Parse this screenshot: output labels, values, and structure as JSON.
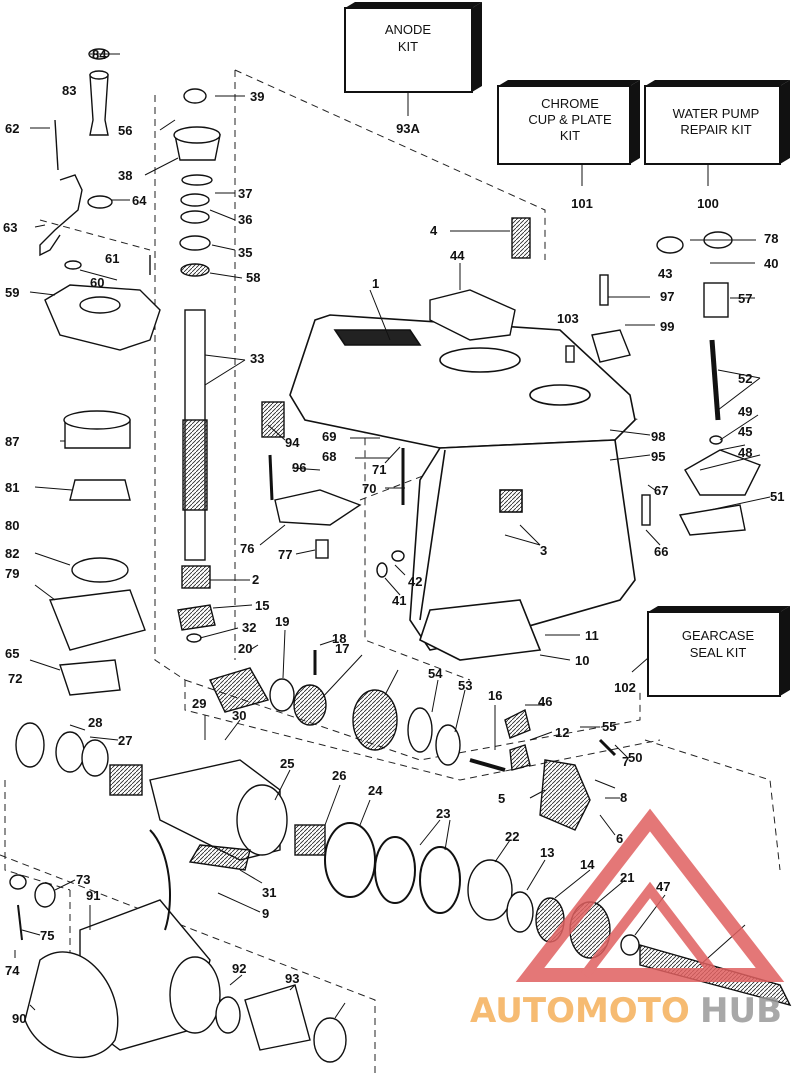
{
  "kits": [
    {
      "id": "anode",
      "lines": [
        "ANODE",
        "KIT"
      ],
      "ref": "93A"
    },
    {
      "id": "chrome",
      "lines": [
        "CHROME",
        "CUP & PLATE",
        "KIT"
      ],
      "ref": "101"
    },
    {
      "id": "water-pump",
      "lines": [
        "WATER PUMP",
        "REPAIR KIT"
      ],
      "ref": "100"
    },
    {
      "id": "gearcase-seal",
      "lines": [
        "GEARCASE",
        "SEAL KIT"
      ],
      "ref": "102"
    }
  ],
  "part_numbers": [
    "84",
    "83",
    "62",
    "56",
    "39",
    "38",
    "37",
    "64",
    "63",
    "36",
    "35",
    "61",
    "60",
    "58",
    "59",
    "33",
    "87",
    "81",
    "80",
    "82",
    "79",
    "2",
    "15",
    "32",
    "65",
    "72",
    "28",
    "27",
    "20",
    "19",
    "18",
    "17",
    "29",
    "30",
    "4",
    "44",
    "1",
    "103",
    "99",
    "78",
    "43",
    "40",
    "97",
    "57",
    "52",
    "49",
    "45",
    "48",
    "98",
    "95",
    "94",
    "69",
    "68",
    "71",
    "96",
    "70",
    "67",
    "51",
    "66",
    "76",
    "77",
    "3",
    "42",
    "41",
    "11",
    "10",
    "54",
    "53",
    "16",
    "46",
    "55",
    "12",
    "50",
    "25",
    "26",
    "24",
    "23",
    "22",
    "13",
    "14",
    "21",
    "47",
    "7",
    "8",
    "5",
    "6",
    "31",
    "9",
    "73",
    "91",
    "75",
    "74",
    "90",
    "92",
    "93"
  ],
  "watermark": {
    "part1": "AUTOMOTO",
    "part2": "HUB",
    "color1": "#f5b05a",
    "color2": "#9a9a9a",
    "triangle_color": "#e06060"
  }
}
